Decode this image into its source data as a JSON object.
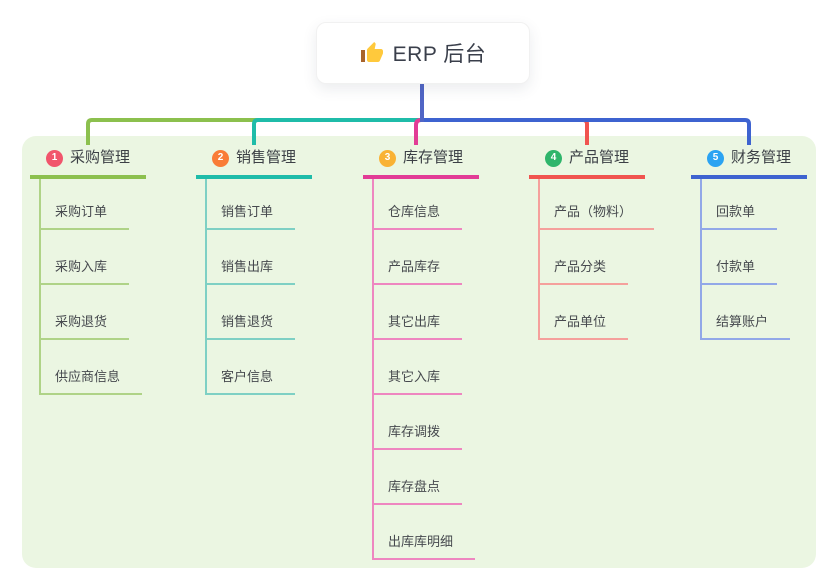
{
  "root": {
    "label": "ERP 后台",
    "icon": "thumbs-up-icon"
  },
  "canvas": {
    "panel_bg": "#EBF6E2",
    "trunk_color": "#5065C5",
    "root_text_color": "#3A3F4B",
    "title_text_color": "#3C4046",
    "child_text_color": "#46494E"
  },
  "branches": [
    {
      "index": "1",
      "label": "采购管理",
      "badge_color": "#F1556C",
      "line_color": "#8CC04E",
      "child_line_color": "#AFD387",
      "children": [
        "采购订单",
        "采购入库",
        "采购退货",
        "供应商信息"
      ]
    },
    {
      "index": "2",
      "label": "销售管理",
      "badge_color": "#F97C37",
      "line_color": "#1FBCA9",
      "child_line_color": "#7ED0C4",
      "children": [
        "销售订单",
        "销售出库",
        "销售退货",
        "客户信息"
      ]
    },
    {
      "index": "3",
      "label": "库存管理",
      "badge_color": "#F9B234",
      "line_color": "#E23C96",
      "child_line_color": "#EE86C0",
      "children": [
        "仓库信息",
        "产品库存",
        "其它出库",
        "其它入库",
        "库存调拨",
        "库存盘点",
        "出库库明细"
      ]
    },
    {
      "index": "4",
      "label": "产品管理",
      "badge_color": "#2FB56B",
      "line_color": "#F0544F",
      "child_line_color": "#F5A09C",
      "children": [
        "产品（物料）",
        "产品分类",
        "产品单位"
      ]
    },
    {
      "index": "5",
      "label": "财务管理",
      "badge_color": "#2BA3F2",
      "line_color": "#3E63D0",
      "child_line_color": "#92A8E8",
      "children": [
        "回款单",
        "付款单",
        "结算账户"
      ]
    }
  ]
}
